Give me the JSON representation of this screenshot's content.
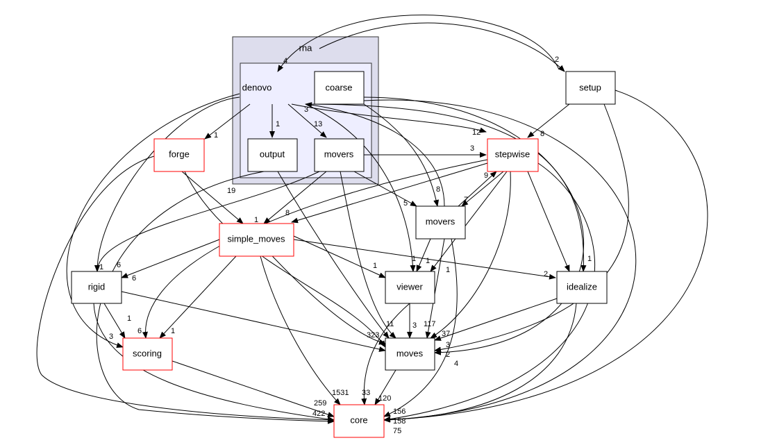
{
  "clusters": {
    "rna": "rna",
    "denovo": "denovo"
  },
  "nodes": {
    "coarse": "coarse",
    "output": "output",
    "rna_movers": "movers",
    "setup": "setup",
    "stepwise": "stepwise",
    "forge": "forge",
    "simple_moves": "simple_moves",
    "movers": "movers",
    "rigid": "rigid",
    "viewer": "viewer",
    "idealize": "idealize",
    "scoring": "scoring",
    "moves": "moves",
    "core": "core"
  },
  "colors": {
    "cluster_outer": "#dddded",
    "cluster_inner": "#eeeeff",
    "highlight": "#ff0000"
  },
  "edge_labels": [
    "4",
    "2",
    "1",
    "13",
    "1",
    "3",
    "12",
    "8",
    "3",
    "19",
    "8",
    "1",
    "5",
    "9",
    "7",
    "8",
    "1",
    "1",
    "1",
    "1",
    "2",
    "6",
    "6",
    "1",
    "6",
    "3",
    "1",
    "1",
    "11",
    "3",
    "117",
    "37",
    "3",
    "2",
    "4",
    "323",
    "1",
    "1531",
    "33",
    "120",
    "259",
    "422",
    "156",
    "158",
    "75"
  ]
}
